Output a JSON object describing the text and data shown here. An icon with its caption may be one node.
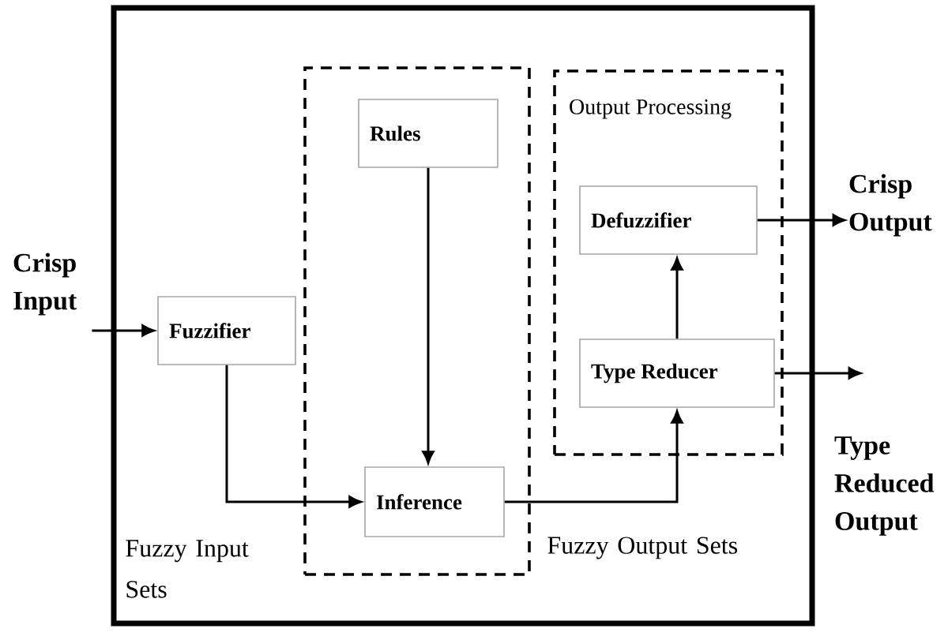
{
  "diagram": {
    "nodes": [
      {
        "text": [],
        "shape": "box"
      },
      {
        "text": [
          "Crisp Input"
        ]
      },
      {
        "text": [
          "Fuzzifier"
        ],
        "in": 0
      },
      {
        "text": [],
        "shape": "box",
        "in": 0
      },
      {
        "text": [
          "Rules"
        ],
        "in": 3
      },
      {
        "text": [
          "Inference"
        ],
        "in": 3
      },
      {
        "text": [
          "Output Processing"
        ],
        "in": 0
      },
      {
        "text": [
          "Defuzzifier"
        ],
        "in": 6
      },
      {
        "text": [
          "Type Reducer"
        ],
        "in": 6
      },
      {
        "text": [
          "Crisp Output"
        ]
      },
      {
        "text": [
          "Type Reduced Output"
        ]
      }
    ],
    "edges": [
      {
        "from": 1,
        "to": 2,
        "arrow": "to"
      },
      {
        "from": 2,
        "to": 5,
        "arrow": "to"
      },
      {
        "from": 4,
        "to": 5,
        "arrow": "to"
      },
      {
        "from": 5,
        "to": 8,
        "arrow": "to"
      },
      {
        "from": 8,
        "to": 7,
        "arrow": "to"
      },
      {
        "from": 7,
        "to": 9,
        "arrow": "to"
      },
      {
        "from": 8,
        "to": 10,
        "arrow": "to"
      }
    ],
    "labels": [
      "Fuzzy Input Sets",
      "Fuzzy Output Sets"
    ]
  }
}
